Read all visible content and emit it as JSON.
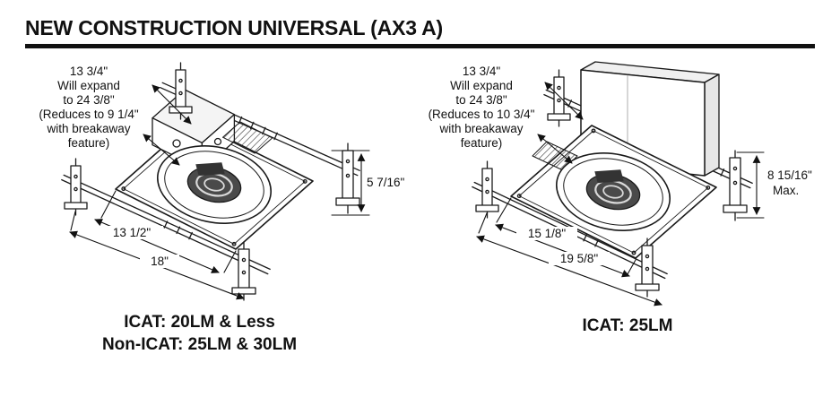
{
  "header": {
    "title": "NEW CONSTRUCTION UNIVERSAL (AX3 A)"
  },
  "left_diagram": {
    "expand_note": [
      "13 3/4\"",
      "Will expand",
      "to 24 3/8\"",
      "(Reduces to 9 1/4\"",
      "with breakaway",
      "feature)"
    ],
    "height_dim": "5 7/16\"",
    "inner_width_dim": "13 1/2\"",
    "outer_width_dim": "18\"",
    "caption_line1": "ICAT: 20LM & Less",
    "caption_line2": "Non-ICAT: 25LM & 30LM"
  },
  "right_diagram": {
    "expand_note": [
      "13 3/4\"",
      "Will expand",
      "to 24 3/8\"",
      "(Reduces to 10 3/4\"",
      "with breakaway",
      "feature)"
    ],
    "height_dim": "8 15/16\"",
    "height_dim_qualifier": "Max.",
    "inner_width_dim": "15 1/8\"",
    "outer_width_dim": "19 5/8\"",
    "caption_line1": "ICAT: 25LM"
  }
}
